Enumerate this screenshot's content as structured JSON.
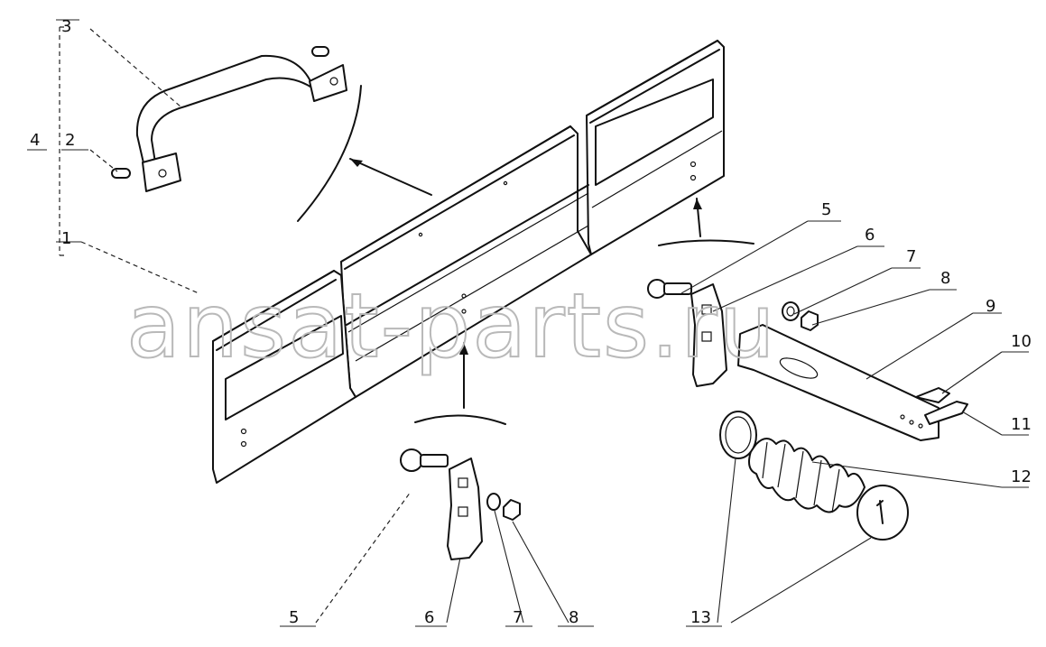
{
  "diagram": {
    "callouts": [
      {
        "key": "c3",
        "text": "3"
      },
      {
        "key": "c4",
        "text": "4"
      },
      {
        "key": "c2",
        "text": "2"
      },
      {
        "key": "c1",
        "text": "1"
      },
      {
        "key": "c5a",
        "text": "5"
      },
      {
        "key": "c6a",
        "text": "6"
      },
      {
        "key": "c7a",
        "text": "7"
      },
      {
        "key": "c8a",
        "text": "8"
      },
      {
        "key": "c9",
        "text": "9"
      },
      {
        "key": "c10",
        "text": "10"
      },
      {
        "key": "c11",
        "text": "11"
      },
      {
        "key": "c12",
        "text": "12"
      },
      {
        "key": "c5b",
        "text": "5"
      },
      {
        "key": "c6b",
        "text": "6"
      },
      {
        "key": "c7b",
        "text": "7"
      },
      {
        "key": "c8b",
        "text": "8"
      },
      {
        "key": "c13",
        "text": "13"
      }
    ],
    "watermark": "ansat-parts.ru"
  }
}
